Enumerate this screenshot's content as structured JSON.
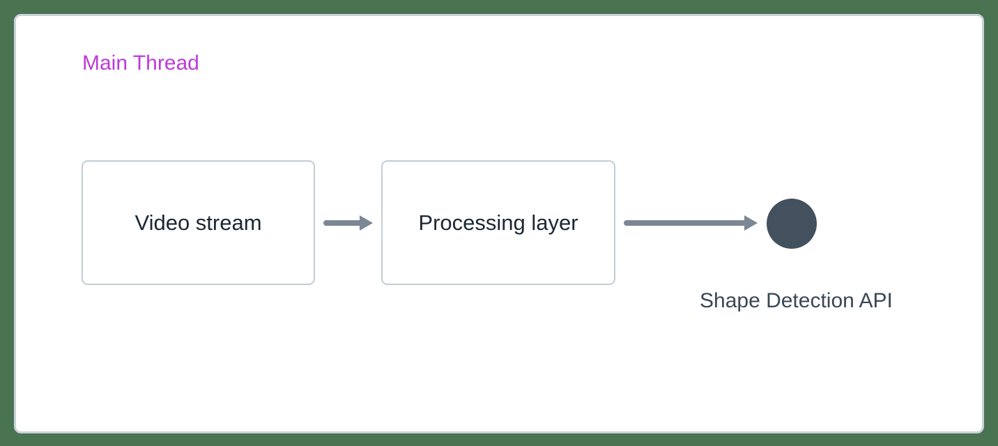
{
  "colors": {
    "page-bg": "#4a7352",
    "panel-bg": "#ffffff",
    "panel-border": "#c9d3da",
    "box-border": "#c2ccd5",
    "box-text": "#1b2733",
    "arrow": "#7b8794",
    "circle": "#43515e",
    "api-label": "#3a4754",
    "thread-label": "#bd39d8"
  },
  "diagram": {
    "thread_label": "Main Thread",
    "nodes": [
      {
        "label": "Video stream"
      },
      {
        "label": "Processing layer"
      }
    ],
    "connectors": [
      {
        "from": "Video stream",
        "to": "Processing layer",
        "type": "arrow-right"
      },
      {
        "from": "Processing layer",
        "to": "Shape Detection API",
        "type": "arrow-right"
      }
    ],
    "endpoint": {
      "shape": "circle",
      "label": "Shape Detection API"
    }
  }
}
